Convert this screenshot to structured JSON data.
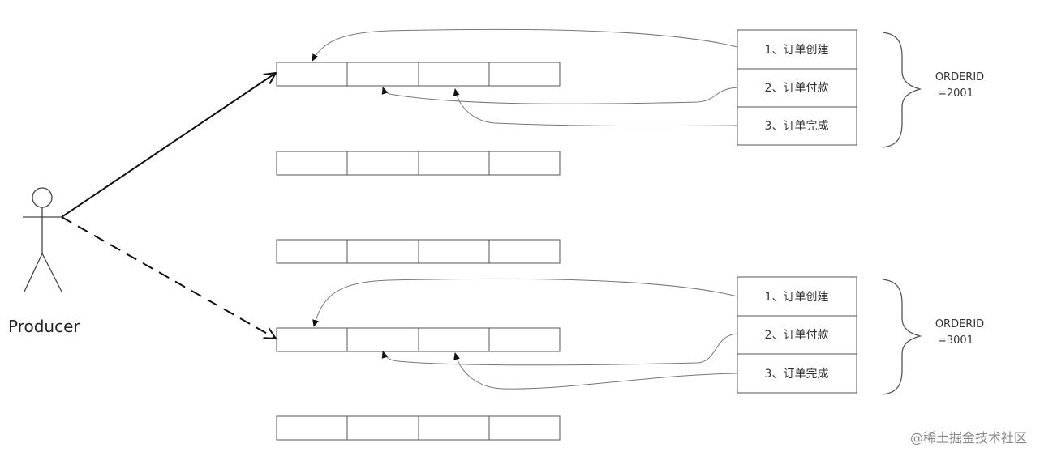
{
  "producer": {
    "label": "Producer"
  },
  "queues": [
    {
      "cells": 4
    },
    {
      "cells": 4
    },
    {
      "cells": 4
    },
    {
      "cells": 4
    },
    {
      "cells": 4
    }
  ],
  "order_groups": [
    {
      "steps": [
        "1、订单创建",
        "2、订单付款",
        "3、订单完成"
      ],
      "order_id_line1": "ORDERID",
      "order_id_line2": "=2001"
    },
    {
      "steps": [
        "1、订单创建",
        "2、订单付款",
        "3、订单完成"
      ],
      "order_id_line1": "ORDERID",
      "order_id_line2": "=3001"
    }
  ],
  "watermark": "@稀土掘金技术社区"
}
